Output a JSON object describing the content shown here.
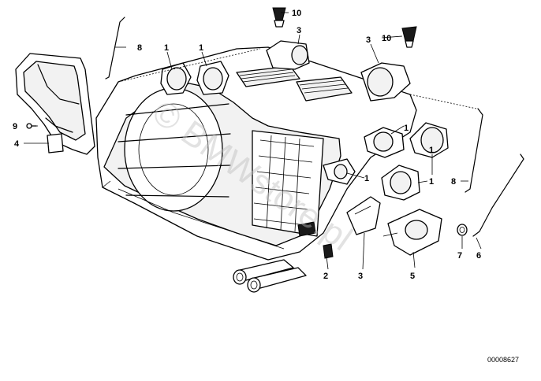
{
  "diagram": {
    "callouts": [
      "1",
      "1",
      "1",
      "1",
      "1",
      "1",
      "2",
      "3",
      "3",
      "3",
      "4",
      "5",
      "6",
      "7",
      "8",
      "8",
      "9",
      "10",
      "10"
    ],
    "watermark": "© BMWstore.pl",
    "doc_number": "00008627"
  }
}
